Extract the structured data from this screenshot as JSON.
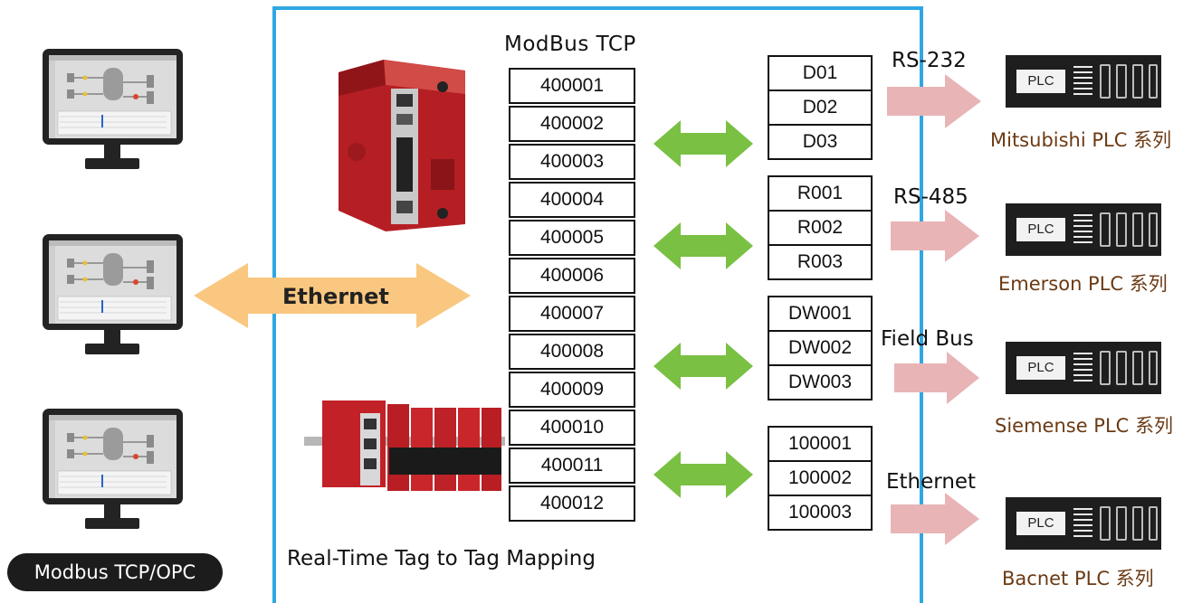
{
  "client": {
    "label": "Modbus TCP/OPC",
    "monitors": [
      {
        "screen_app": "SCADA HMI"
      },
      {
        "screen_app": "SCADA HMI"
      },
      {
        "screen_app": "SCADA HMI"
      }
    ]
  },
  "ethernet_link": {
    "label": "Ethernet",
    "color": "#f9c77f"
  },
  "gateway": {
    "title": "ModBus TCP",
    "subtitle": "Real-Time Tag to Tag Mapping",
    "border_color": "#2fa7e3",
    "registers": [
      "400001",
      "400002",
      "400003",
      "400004",
      "400005",
      "400006",
      "400007",
      "400008",
      "400009",
      "400010",
      "400011",
      "400012"
    ]
  },
  "mapping_arrow_color": "#79c043",
  "device_arrow_color": "#e8b4b6",
  "devices": [
    {
      "protocol": "RS-232",
      "tags": [
        "D01",
        "D02",
        "D03"
      ],
      "plc_label": "PLC",
      "name": "Mitsubishi PLC 系列"
    },
    {
      "protocol": "RS-485",
      "tags": [
        "R001",
        "R002",
        "R003"
      ],
      "plc_label": "PLC",
      "name": "Emerson PLC 系列"
    },
    {
      "protocol": "Field Bus",
      "tags": [
        "DW001",
        "DW002",
        "DW003"
      ],
      "plc_label": "PLC",
      "name": "Siemense PLC 系列"
    },
    {
      "protocol": "Ethernet",
      "tags": [
        "100001",
        "100002",
        "100003"
      ],
      "plc_label": "PLC",
      "name": "Bacnet  PLC 系列"
    }
  ]
}
